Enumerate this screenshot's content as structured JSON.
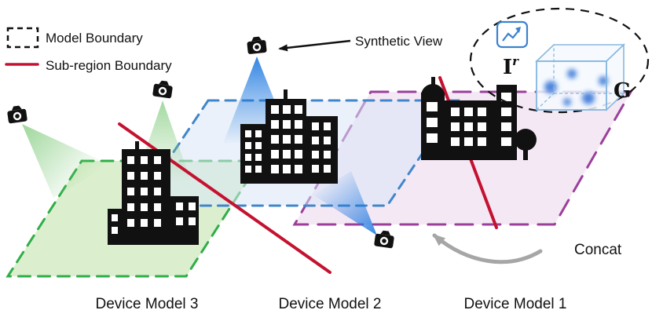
{
  "legend": {
    "items": [
      {
        "label": "Model Boundary"
      },
      {
        "label": "Sub-region Boundary"
      }
    ]
  },
  "annotations": {
    "synthetic_view": "Synthetic View",
    "concat": "Concat",
    "image_feature_base": "I",
    "image_feature_sup": "r",
    "grid_feature": "G"
  },
  "device_labels": [
    "Device Model 3",
    "Device Model 2",
    "Device Model 1"
  ],
  "colors": {
    "ink": "#111111",
    "region_green_stroke": "#2fae47",
    "region_green_fill": "#cfe9bd",
    "region_blue_stroke": "#4186cb",
    "region_blue_fill": "#d9e6f6",
    "region_purple_stroke": "#9b3f9b",
    "region_purple_fill": "#eed8ee",
    "subregion_line": "#c41230",
    "cone_green": "#7fca7a",
    "cone_blue": "#1f7ae0",
    "concat_arrow": "#a6a6a6",
    "cube_stroke": "#85b8e0",
    "cube_face": "#f4f9fe",
    "blob_blue": "#2f6fd6",
    "icon_blue": "#3b82d0",
    "building": "#111111"
  }
}
